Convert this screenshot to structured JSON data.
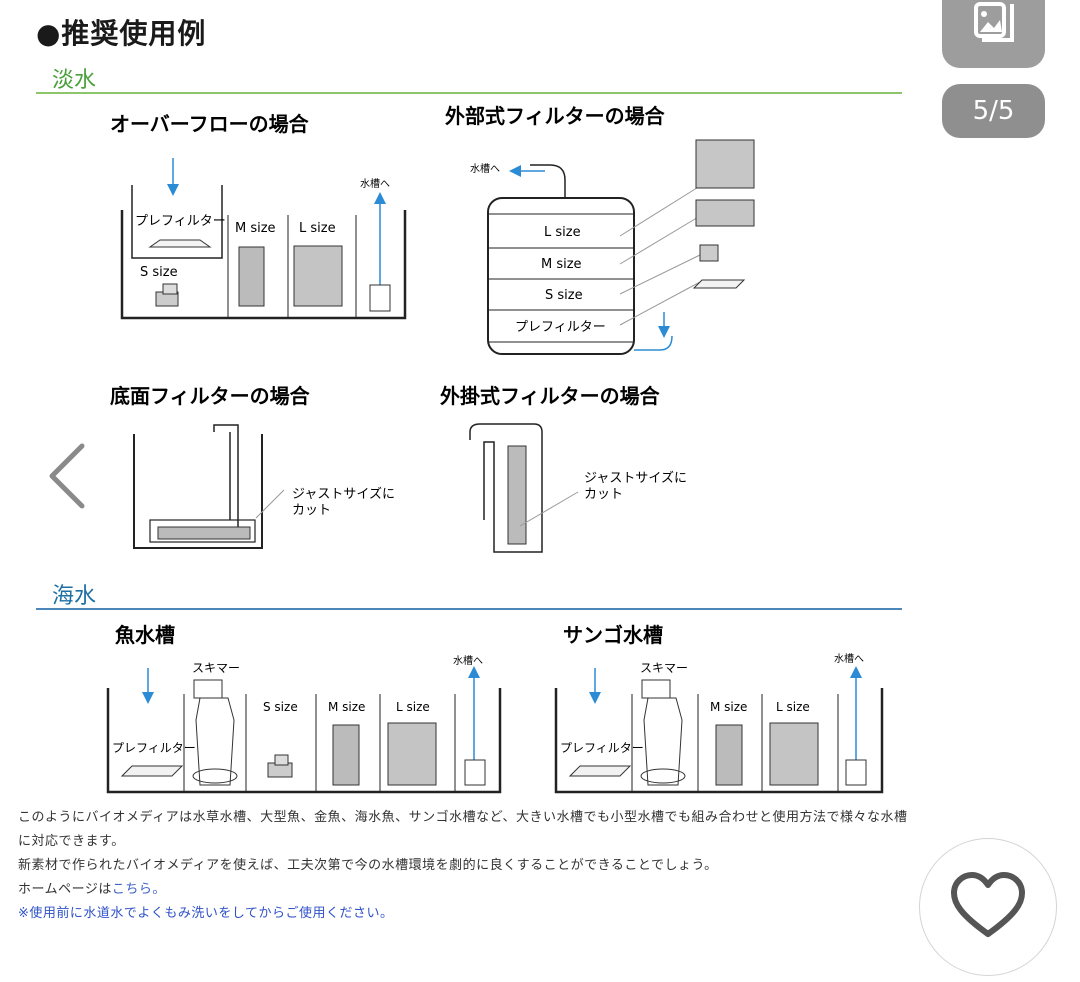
{
  "page_title": "●推奨使用例",
  "sections": {
    "freshwater": "淡水",
    "saltwater": "海水"
  },
  "diagrams": {
    "overflow": {
      "title": "オーバーフローの場合",
      "prefilter": "プレフィルター",
      "s": "S size",
      "m": "M size",
      "l": "L size",
      "to_tank": "水槽へ"
    },
    "external": {
      "title": "外部式フィルターの場合",
      "to_tank": "水槽へ",
      "l": "L size",
      "m": "M size",
      "s": "S size",
      "prefilter": "プレフィルター"
    },
    "bottom": {
      "title": "底面フィルターの場合",
      "cut_1": "ジャストサイズに",
      "cut_2": "カット"
    },
    "hangon": {
      "title": "外掛式フィルターの場合",
      "cut_1": "ジャストサイズに",
      "cut_2": "カット"
    },
    "fish_tank": {
      "title": "魚水槽",
      "skimmer": "スキマー",
      "to_tank": "水槽へ",
      "prefilter": "プレフィルター",
      "s": "S size",
      "m": "M size",
      "l": "L size"
    },
    "coral_tank": {
      "title": "サンゴ水槽",
      "skimmer": "スキマー",
      "to_tank": "水槽へ",
      "prefilter": "プレフィルター",
      "m": "M size",
      "l": "L size"
    }
  },
  "description": {
    "line1": "このようにバイオメディアは水草水槽、大型魚、金魚、海水魚、サンゴ水槽など、大きい水槽でも小型水槽でも組み合わせと使用方法で様々な水槽",
    "line2": "に対応できます。",
    "line3": "新素材で作られたバイオメディアを使えば、工夫次第で今の水槽環境を劇的に良くすることができることでしょう。",
    "line4_prefix": "ホームページは",
    "line4_link": "こちら。",
    "line5": "※使用前に水道水でよくもみ洗いをしてからご使用ください。"
  },
  "gallery": {
    "counter": "5/5",
    "thumbnail_icon": "image-gallery-icon",
    "prev_icon": "chevron-left-icon",
    "like_icon": "heart-icon"
  }
}
